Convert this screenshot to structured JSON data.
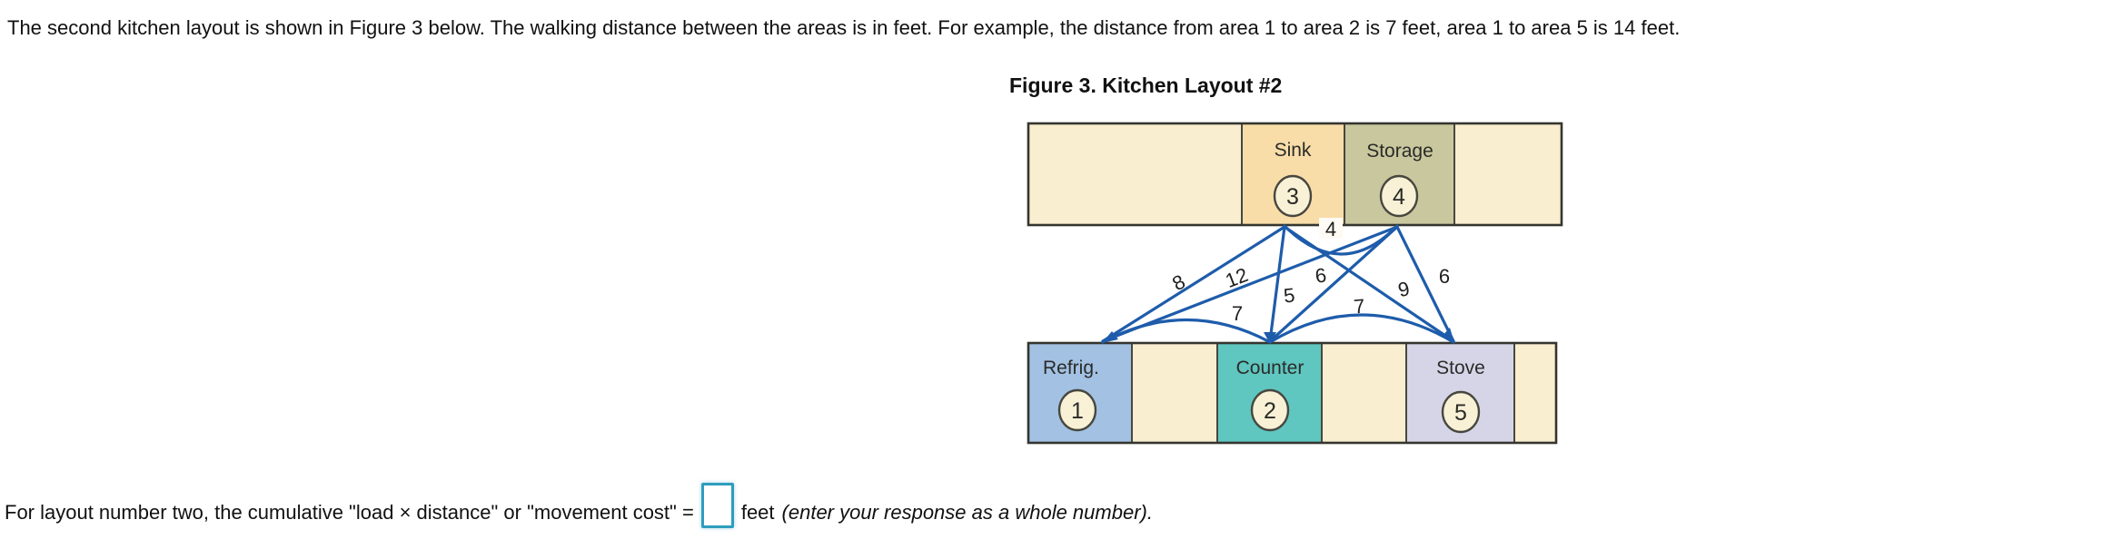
{
  "intro": {
    "text": "The second kitchen layout is shown in Figure 3 below.  The walking distance between the areas is in feet. For example, the distance from area 1 to area 2 is 7 feet, area 1 to area 5 is 14 feet."
  },
  "figure": {
    "title": "Figure 3. Kitchen Layout #2",
    "areas": [
      {
        "id": "1",
        "name": "Refrig."
      },
      {
        "id": "2",
        "name": "Counter"
      },
      {
        "id": "3",
        "name": "Sink"
      },
      {
        "id": "4",
        "name": "Storage"
      },
      {
        "id": "5",
        "name": "Stove"
      }
    ],
    "distances": [
      {
        "from": "1",
        "to": "3",
        "feet": "8"
      },
      {
        "from": "1",
        "to": "4",
        "feet": "12"
      },
      {
        "from": "1",
        "to": "2",
        "feet": "7"
      },
      {
        "from": "2",
        "to": "3",
        "feet": "5"
      },
      {
        "from": "2",
        "to": "4",
        "feet": "6"
      },
      {
        "from": "2",
        "to": "5",
        "feet": "7"
      },
      {
        "from": "3",
        "to": "4",
        "feet": "4"
      },
      {
        "from": "3",
        "to": "5",
        "feet": "9"
      },
      {
        "from": "4",
        "to": "5",
        "feet": "6"
      }
    ],
    "colors": {
      "cream": "#f9eecf",
      "sink": "#f8dda9",
      "storage": "#c9c79e",
      "refrig": "#a2c1e3",
      "counter": "#5fc6c0",
      "stove": "#d6d5e8",
      "edge_blue": "#1e5cab",
      "circle_fill": "#f8f1d6",
      "cell_border": "#47473f"
    }
  },
  "question": {
    "before_input": "For layout number two, the cumulative \"load × distance\" or \"movement cost\" =",
    "input_value": "",
    "after_input": "feet",
    "hint": "(enter your response as a whole number)."
  }
}
